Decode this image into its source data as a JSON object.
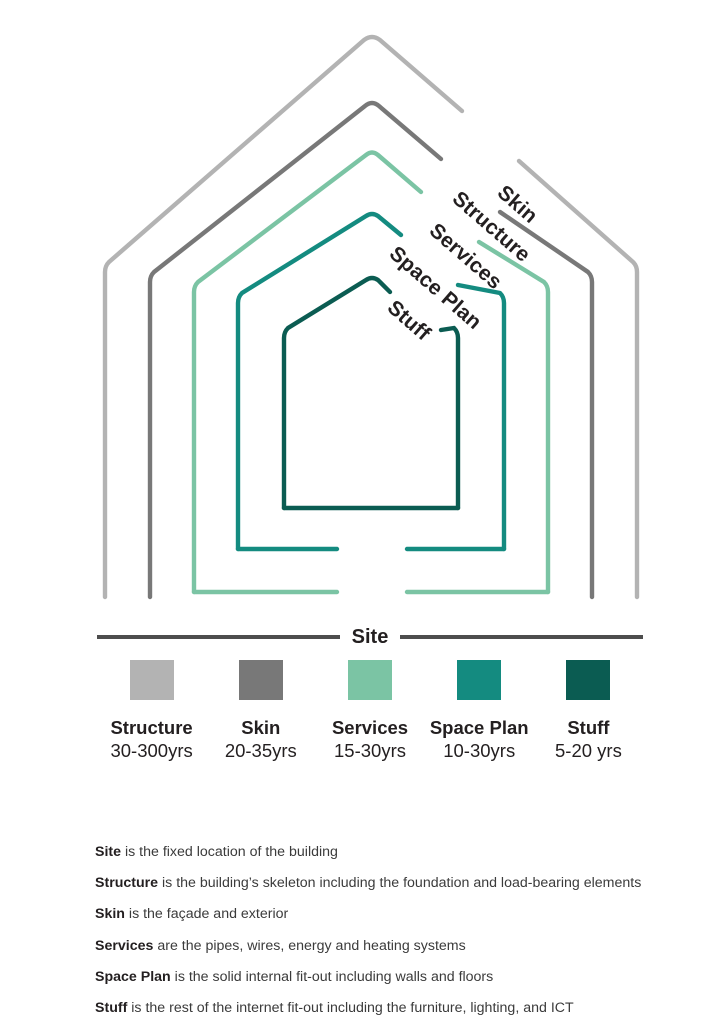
{
  "diagram": {
    "title_divider_label": "Site",
    "roof_labels": [
      {
        "text": "Skin",
        "layer": "structure_outer"
      },
      {
        "text": "Structure",
        "layer": "skin"
      },
      {
        "text": "Services",
        "layer": "services"
      },
      {
        "text": "Space Plan",
        "layer": "space_plan"
      },
      {
        "text": "Stuff",
        "layer": "stuff"
      }
    ],
    "layers": [
      {
        "name": "Skin",
        "color": "#b3b3b3"
      },
      {
        "name": "Structure",
        "color": "#787878"
      },
      {
        "name": "Services",
        "color": "#7bc4a4"
      },
      {
        "name": "Space Plan",
        "color": "#148b80"
      },
      {
        "name": "Stuff",
        "color": "#0b5c52"
      }
    ]
  },
  "legend": {
    "items": [
      {
        "name": "Structure",
        "years": "30-300yrs",
        "color": "#b3b3b3"
      },
      {
        "name": "Skin",
        "years": "20-35yrs",
        "color": "#787878"
      },
      {
        "name": "Services",
        "years": "15-30yrs",
        "color": "#7bc4a4"
      },
      {
        "name": "Space Plan",
        "years": "10-30yrs",
        "color": "#148b80"
      },
      {
        "name": "Stuff",
        "years": "5-20 yrs",
        "color": "#0b5c52"
      }
    ]
  },
  "descriptions": [
    {
      "term": "Site",
      "text": " is the fixed location of the building"
    },
    {
      "term": "Structure",
      "text": " is the building’s skeleton including the foundation and load-bearing elements"
    },
    {
      "term": "Skin",
      "text": " is the façade and exterior"
    },
    {
      "term": "Services",
      "text": " are the pipes, wires, energy and heating systems"
    },
    {
      "term": "Space Plan",
      "text": " is the solid internal fit-out including walls and floors"
    },
    {
      "term": "Stuff",
      "text": " is the rest of the internet fit-out including the furniture, lighting, and ICT"
    }
  ]
}
